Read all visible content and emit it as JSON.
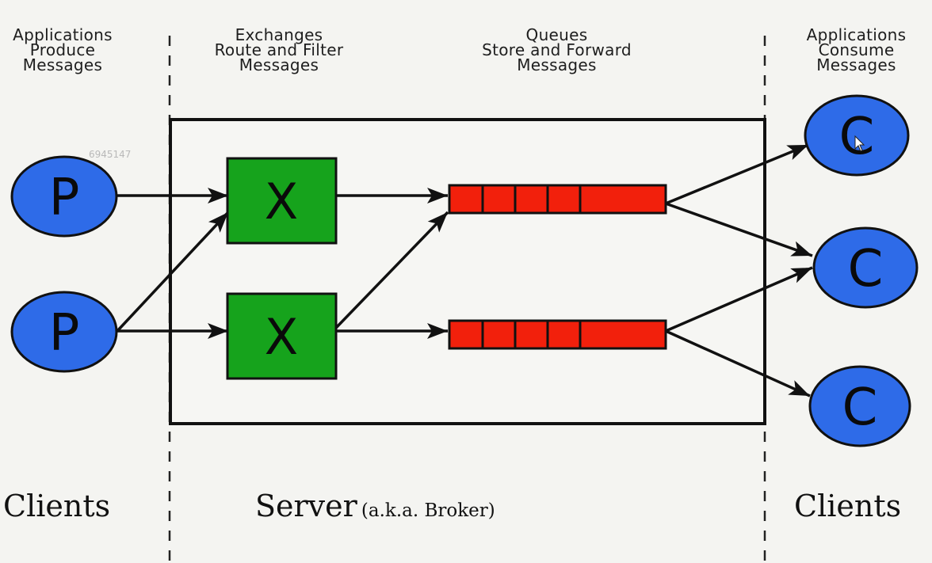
{
  "headers": {
    "producers": [
      "Applications",
      "Produce",
      "Messages"
    ],
    "exchanges": [
      "Exchanges",
      "Route and Filter",
      "Messages"
    ],
    "queues": [
      "Queues",
      "Store and Forward",
      "Messages"
    ],
    "consumers": [
      "Applications",
      "Consume",
      "Messages"
    ]
  },
  "nodes": {
    "producer_label": "P",
    "exchange_label": "X",
    "consumer_label": "C"
  },
  "footer": {
    "clients_left": "Clients",
    "server": "Server",
    "server_note": "(a.k.a. Broker)",
    "clients_right": "Clients"
  },
  "watermark": "6945147",
  "colors": {
    "producer_consumer_fill": "#2e6be8",
    "exchange_fill": "#16a31c",
    "queue_fill": "#f2200c",
    "line": "#111111",
    "background": "#f4f4f1"
  }
}
